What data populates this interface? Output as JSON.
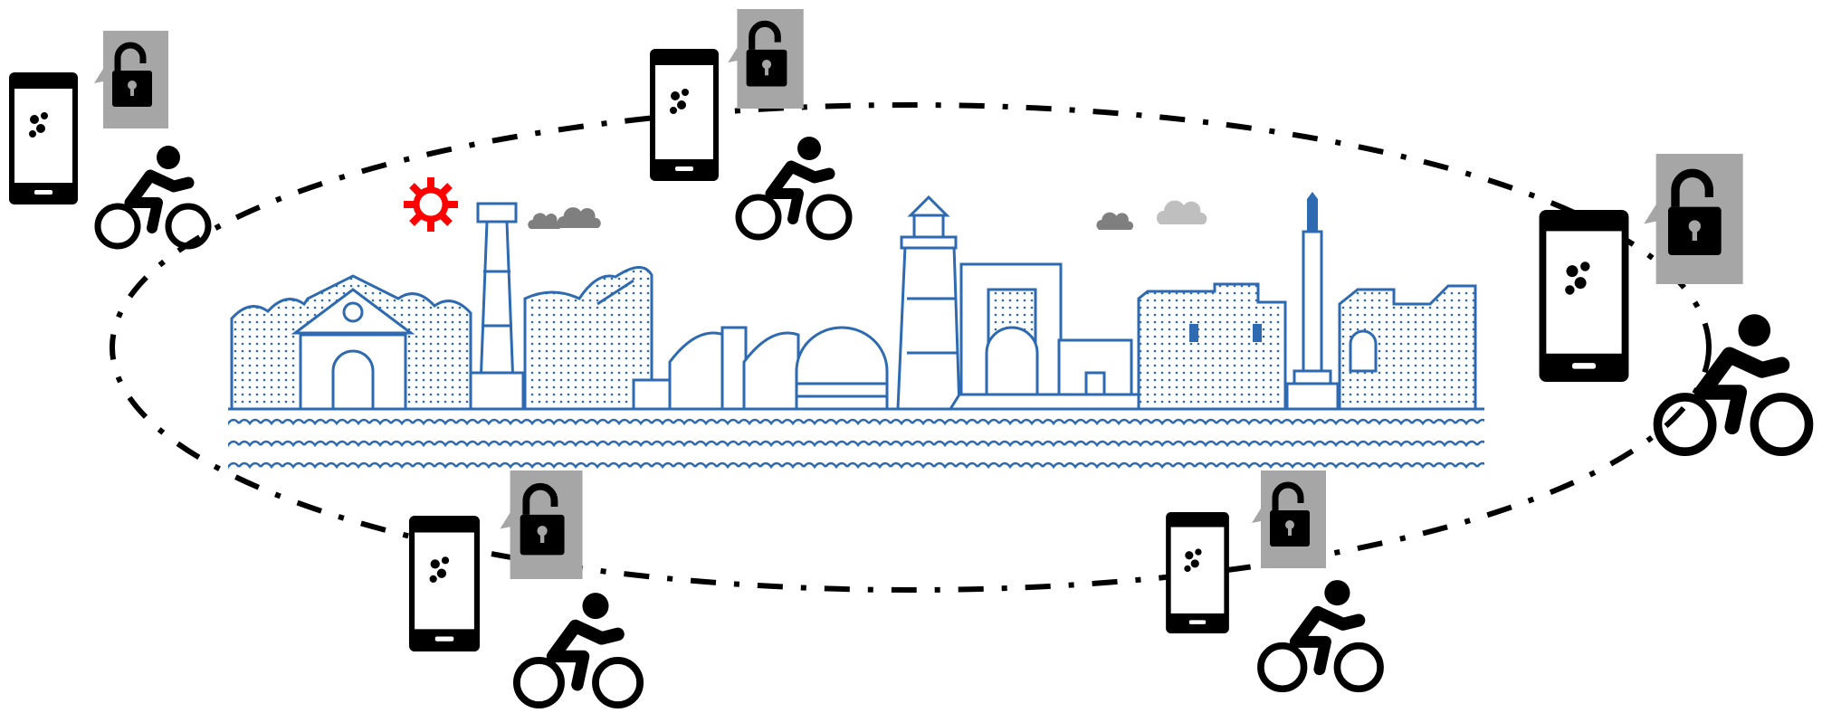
{
  "diagram": {
    "ring_style": "dash-dot",
    "ring_color": "#000000",
    "skyline_color": "#2e6ab1",
    "marker_color": "#ff0000",
    "lock_badge_color": "#a6a6a6",
    "cloud_colors": [
      "#7f7f7f",
      "#bfbfbf"
    ],
    "nodes": [
      {
        "id": "node-1",
        "icons": [
          "smartphone-icon",
          "unlocked-padlock-icon",
          "cyclist-icon"
        ]
      },
      {
        "id": "node-2",
        "icons": [
          "smartphone-icon",
          "unlocked-padlock-icon",
          "cyclist-icon"
        ]
      },
      {
        "id": "node-3",
        "icons": [
          "smartphone-icon",
          "unlocked-padlock-icon",
          "cyclist-icon"
        ]
      },
      {
        "id": "node-4",
        "icons": [
          "smartphone-icon",
          "unlocked-padlock-icon",
          "cyclist-icon"
        ]
      },
      {
        "id": "node-5",
        "icons": [
          "smartphone-icon",
          "unlocked-padlock-icon",
          "cyclist-icon"
        ]
      }
    ]
  }
}
